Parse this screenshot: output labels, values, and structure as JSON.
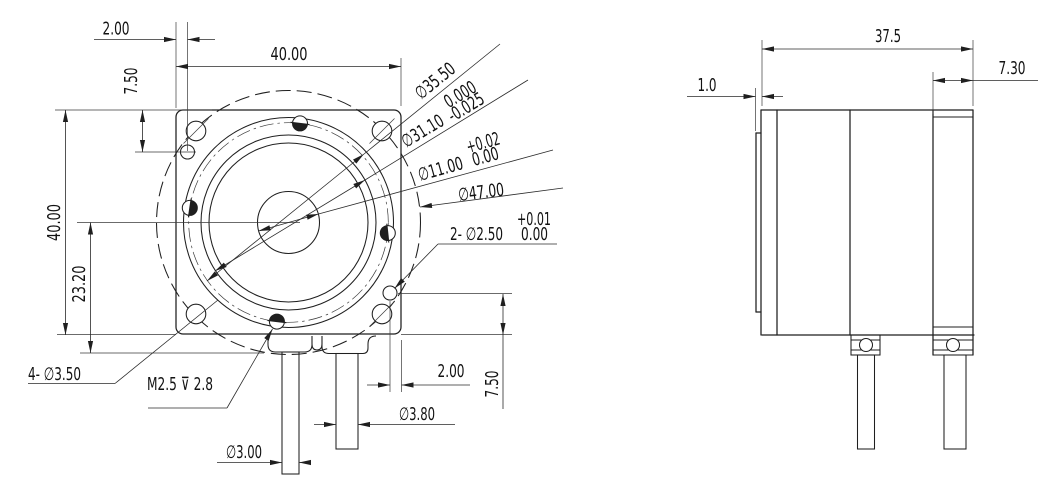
{
  "colors": {
    "background": "#ffffff",
    "ink": "#1f1f1f"
  },
  "front": {
    "dim_pin_offset_top": "2.00",
    "dim_plate_width": "40.00",
    "dim_pin_drop_top": "7.50",
    "dim_plate_height": "40.00",
    "dim_center_to_base": "23.20",
    "label_corner_holes": "4- ∅3.50",
    "label_tapped_hole": "M2.5 ⊽ 2.8",
    "dim_terminal_small": "∅3.00",
    "dim_terminal_large": "∅3.80",
    "dim_pin_offset_bottom": "2.00",
    "dim_pin_drop_bottom": "7.50",
    "callout_bolt_circle": "∅35.50",
    "callout_spigot": "∅31.10",
    "callout_spigot_tol_upper": "0.000",
    "callout_spigot_tol_lower": "-0.025",
    "callout_bore": "∅11.00",
    "callout_bore_tol_upper": "+0.02",
    "callout_bore_tol_lower": "0.00",
    "callout_max_body": "∅47.00",
    "callout_dowel_holes": "2- ∅2.50",
    "callout_dowel_tol_upper": "+0.01",
    "callout_dowel_tol_lower": "0.00"
  },
  "side": {
    "dim_overall_length": "37.5",
    "dim_rear_section": "7.30",
    "dim_pilot_boss": "1.0"
  }
}
